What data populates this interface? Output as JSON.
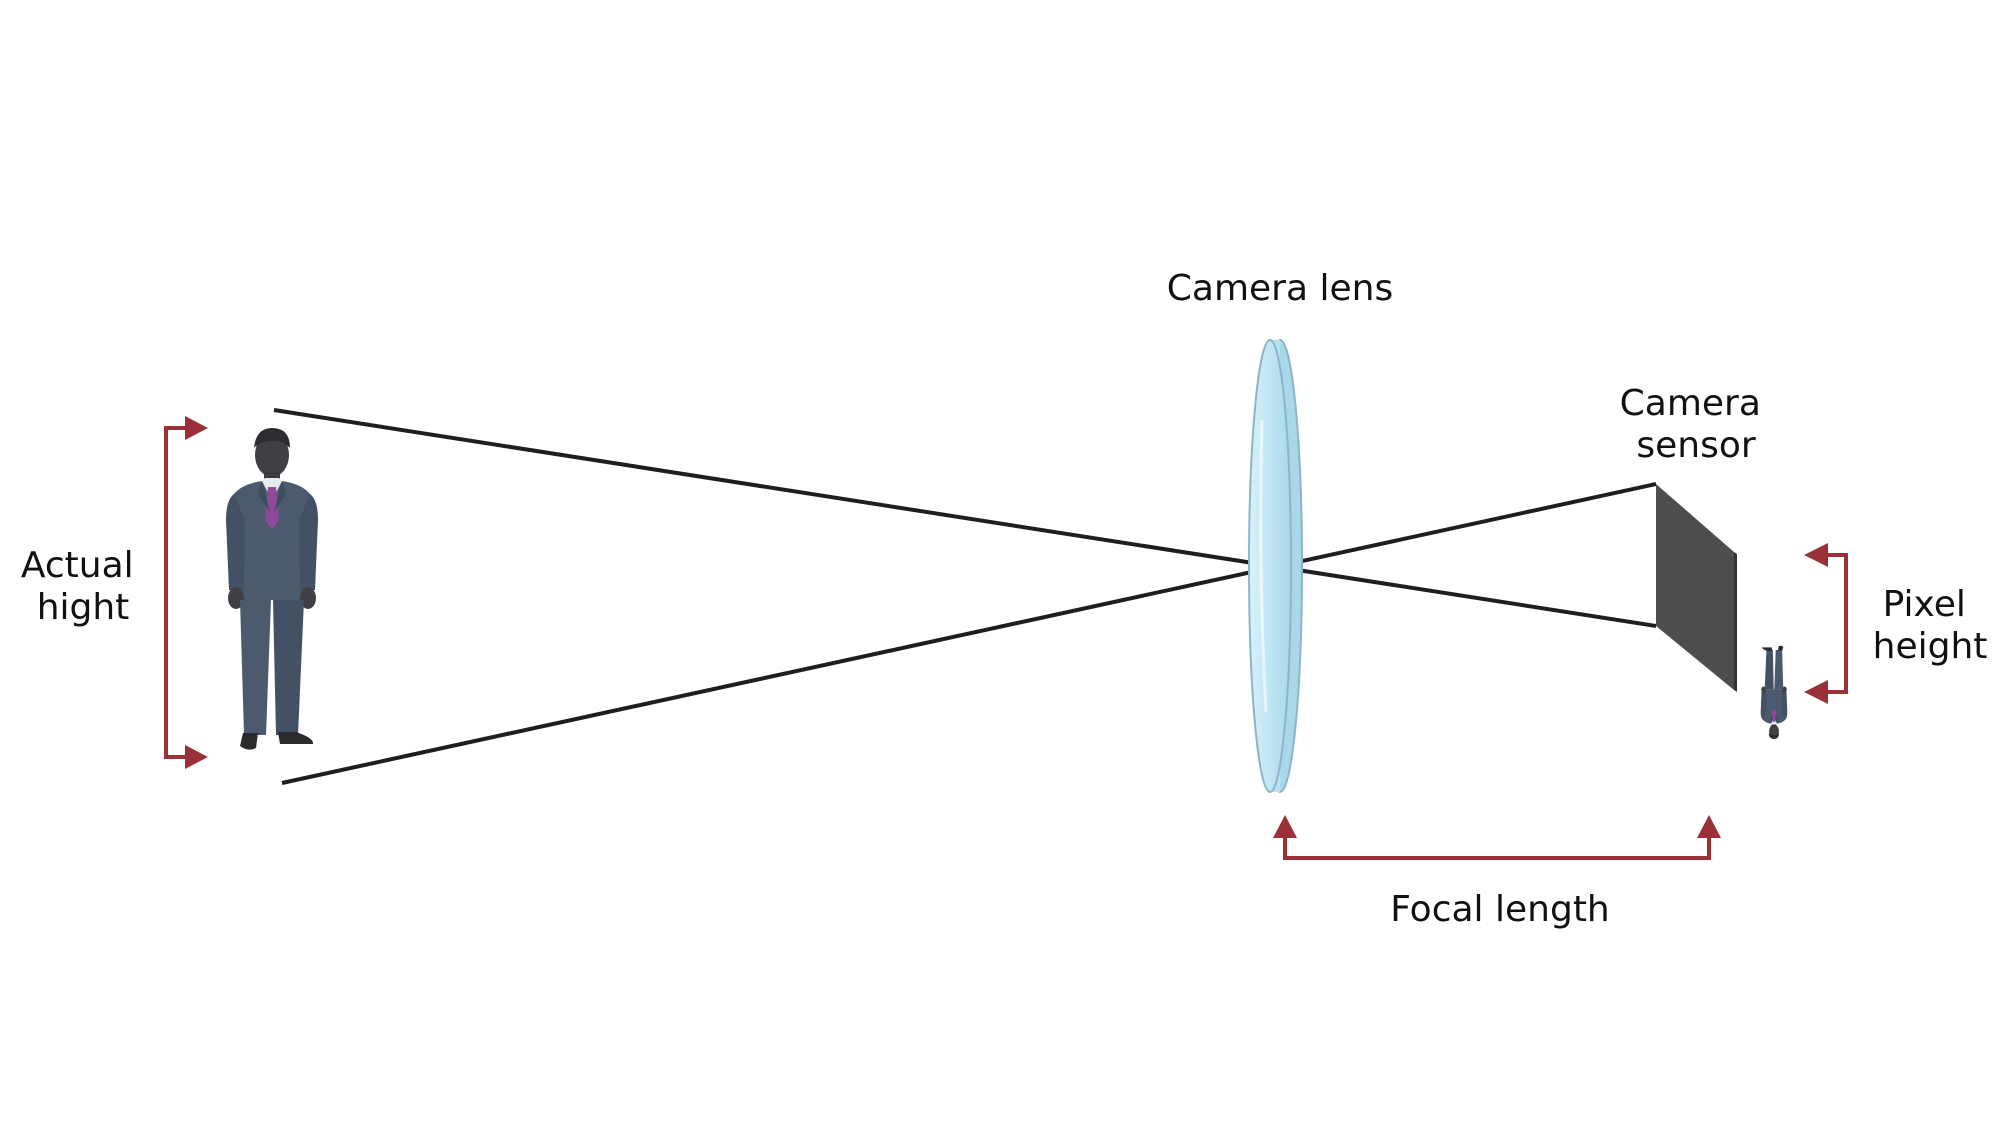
{
  "labels": {
    "actual_height": [
      "Actual",
      "hight"
    ],
    "camera_lens": "Camera lens",
    "camera_sensor": [
      "Camera",
      "sensor"
    ],
    "pixel_height": [
      "Pixel",
      "height"
    ],
    "focal_length": "Focal length"
  },
  "colors": {
    "background": "#ffffff",
    "ray": "#1e1e1e",
    "bracket": "#9b3039",
    "lens_fill": "#bfe6f3",
    "lens_edge": "#8fb4c9",
    "sensor": "#4d4d4d",
    "suit": "#4b5a6d",
    "skin": "#3f3f44",
    "tie": "#8e4a9c",
    "shirt": "#e6ecf2"
  }
}
